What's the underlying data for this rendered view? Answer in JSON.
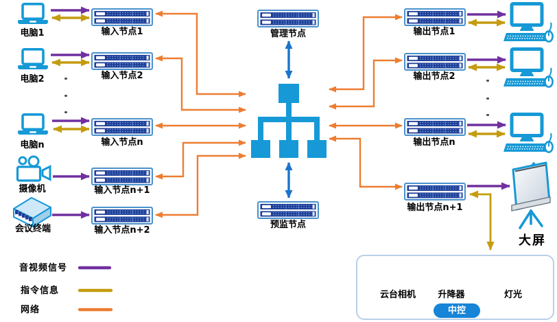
{
  "left_devices": [
    {
      "label": "电脑1",
      "icon": "laptop-icon"
    },
    {
      "label": "电脑2",
      "icon": "laptop-icon"
    },
    {
      "label": "电脑n",
      "icon": "laptop-icon"
    },
    {
      "label": "摄像机",
      "icon": "video-camera-icon"
    },
    {
      "label": "会议终端",
      "icon": "conference-terminal-icon"
    }
  ],
  "input_nodes": [
    {
      "label": "输入节点1",
      "icon": "server-icon"
    },
    {
      "label": "输入节点2",
      "icon": "server-icon"
    },
    {
      "label": "输入节点n",
      "icon": "server-icon"
    },
    {
      "label": "输入节点n+1",
      "icon": "server-icon"
    },
    {
      "label": "输入节点n+2",
      "icon": "server-icon"
    }
  ],
  "center_nodes": {
    "management": {
      "label": "管理节点",
      "icon": "server-icon"
    },
    "switch": {
      "icon": "network-switch-tree-icon"
    },
    "preview": {
      "label": "预监节点",
      "icon": "server-icon"
    }
  },
  "output_nodes": [
    {
      "label": "输出节点1",
      "icon": "server-icon"
    },
    {
      "label": "输出节点2",
      "icon": "server-icon"
    },
    {
      "label": "输出节点n",
      "icon": "server-icon"
    },
    {
      "label": "输出节点n+1",
      "icon": "server-icon"
    }
  ],
  "right_devices": [
    {
      "icon": "desktop-computer-icon"
    },
    {
      "icon": "desktop-computer-icon"
    },
    {
      "icon": "desktop-computer-icon"
    }
  ],
  "big_screen": {
    "label": "大屏",
    "icon": "projection-screen-icon"
  },
  "legend": {
    "items": [
      {
        "label": "音视频信号",
        "color": "#7030A0"
      },
      {
        "label": "指令信息",
        "color": "#C49C0E"
      },
      {
        "label": "网络",
        "color": "#ED7D31"
      }
    ]
  },
  "control_box": {
    "badge": "中控",
    "items": [
      {
        "label": "云台相机",
        "icon": "ptz-camera-icon"
      },
      {
        "label": "升降器",
        "icon": "lifter-icon"
      },
      {
        "label": "灯光",
        "icon": "light-icon"
      }
    ]
  },
  "colors": {
    "device_blue": "#1699D6",
    "server_navy": "#1E3C96",
    "av_signal_purple": "#7030A0",
    "command_yellow": "#C49C0E",
    "network_orange": "#ED7D31",
    "center_link_blue": "#1B74CC",
    "badge_blue": "#1684D7",
    "box_border": "#B9CFE8"
  }
}
